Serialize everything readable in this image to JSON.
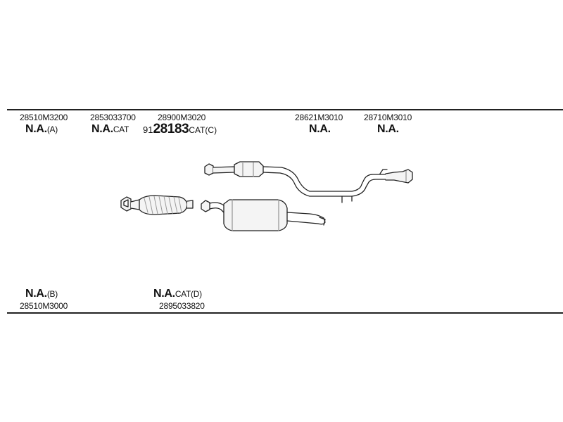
{
  "top_parts": [
    {
      "number": "28510M3200",
      "code": "N.A.",
      "suffix": "(A)"
    },
    {
      "number": "2853033700",
      "code": "N.A.",
      "suffix": "CAT"
    },
    {
      "number": "28900M3020",
      "prefix": "91",
      "code": "28183",
      "suffix": "CAT(C)"
    },
    {
      "number": "28621M3010",
      "code": "N.A.",
      "suffix": ""
    },
    {
      "number": "28710M3010",
      "code": "N.A.",
      "suffix": ""
    }
  ],
  "bottom_parts": [
    {
      "number": "28510M3000",
      "code": "N.A.",
      "suffix": "(B)"
    },
    {
      "number": "2895033820",
      "code": "N.A.",
      "suffix": "CAT(D)"
    }
  ],
  "colors": {
    "line": "#222222",
    "part_fill": "#f4f4f4",
    "shade": "#9a9a9a"
  }
}
